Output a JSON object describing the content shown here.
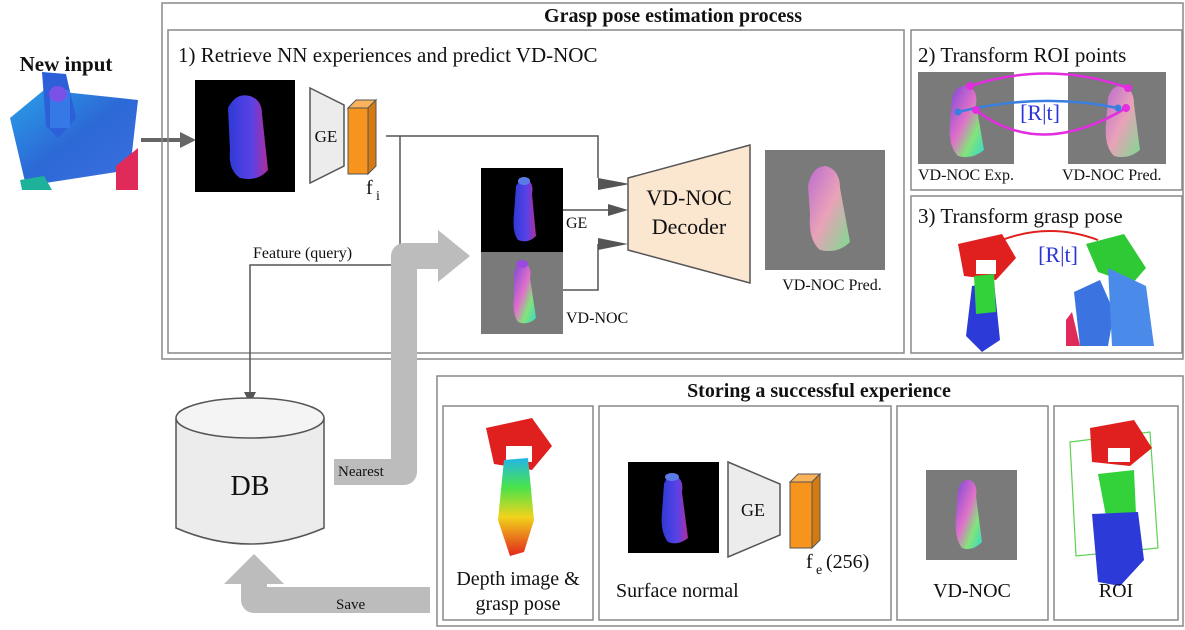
{
  "new_input": {
    "title": "New input"
  },
  "process": {
    "title": "Grasp pose estimation process",
    "step1": {
      "title": "1) Retrieve NN experiences and predict VD-NOC",
      "ge_label": "GE",
      "feature_symbol": "f",
      "feature_subscript": "i",
      "feature_query": "Feature (query)",
      "ge_label_small": "GE",
      "vdnoc_label": "VD-NOC",
      "decoder_line1": "VD-NOC",
      "decoder_line2": "Decoder",
      "pred_label": "VD-NOC Pred."
    },
    "step2": {
      "title": "2) Transform ROI points",
      "transform_label": "[R|t]",
      "exp_label": "VD-NOC Exp.",
      "pred_label": "VD-NOC Pred."
    },
    "step3": {
      "title": "3) Transform grasp pose",
      "transform_label": "[R|t]"
    }
  },
  "db": {
    "label": "DB",
    "nearest_label": "Nearest",
    "save_label": "Save"
  },
  "storing": {
    "title": "Storing a successful experience",
    "panel1_line1": "Depth image &",
    "panel1_line2": "grasp pose",
    "panel2_label": "Surface normal",
    "ge_label": "GE",
    "feature_symbol": "f",
    "feature_subscript": "e",
    "feature_dim": "(256)",
    "panel3_label": "VD-NOC",
    "panel4_label": "ROI"
  },
  "colors": {
    "ge_box": "#ececec",
    "feature_bar": "#f7941d",
    "decoder": "#fbe6d0",
    "arrow_gray": "#bcbcbc",
    "magenta": "#e22de0",
    "blue": "#3a7fe0",
    "red": "#e0201e",
    "green": "#34d33a"
  }
}
